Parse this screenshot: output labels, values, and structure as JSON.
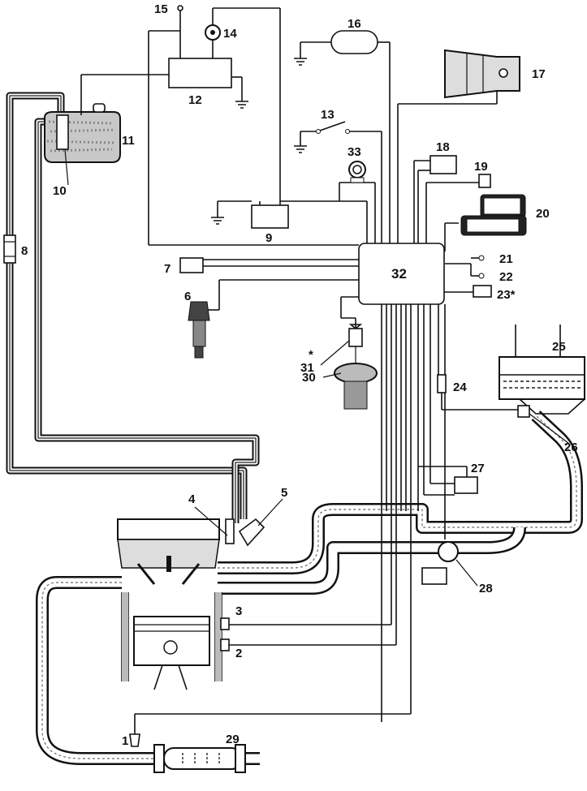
{
  "diagram": {
    "labels": {
      "1": "1",
      "2": "2",
      "3": "3",
      "4": "4",
      "5": "5",
      "6": "6",
      "7": "7",
      "8": "8",
      "9": "9",
      "10": "10",
      "11": "11",
      "12": "12",
      "13": "13",
      "14": "14",
      "15": "15",
      "16": "16",
      "17": "17",
      "18": "18",
      "19": "19",
      "20": "20",
      "21": "21",
      "22": "22",
      "23": "23*",
      "24": "24",
      "25": "25",
      "26": "26",
      "27": "27",
      "28": "28",
      "29": "29",
      "30": "30",
      "31": "31",
      "32": "32",
      "33": "33"
    },
    "asterisk": "*"
  }
}
